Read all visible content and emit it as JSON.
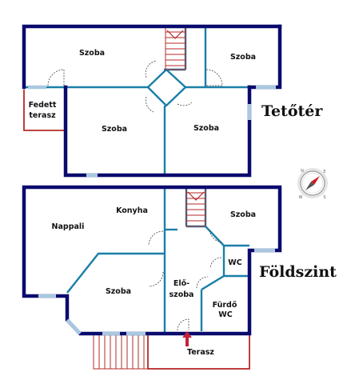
{
  "floors": {
    "upper": {
      "title": "Tetőtér"
    },
    "ground": {
      "title": "Földszint"
    }
  },
  "rooms": {
    "upper_room_top_left": "Szoba",
    "upper_room_top_right": "Szoba",
    "upper_room_bottom_left": "Szoba",
    "upper_room_bottom_right": "Szoba",
    "covered_terrace_line1": "Fedett",
    "covered_terrace_line2": "terasz",
    "living_room": "Nappali",
    "kitchen": "Konyha",
    "ground_room_right": "Szoba",
    "ground_room_left": "Szoba",
    "wc": "WC",
    "hall_line1": "Elő-",
    "hall_line2": "szoba",
    "bathroom_line1": "Fürdő",
    "bathroom_line2": "WC",
    "terrace": "Terasz"
  },
  "compass": {
    "north": "N",
    "east": "E",
    "south": "S",
    "west": "W"
  },
  "colors": {
    "outer_wall": "#0a0a6e",
    "inner_wall": "#1a7fa8",
    "window": "#a9c8e0",
    "stairs_and_terrace": "#b52a2a",
    "door_swing": "#444444"
  }
}
